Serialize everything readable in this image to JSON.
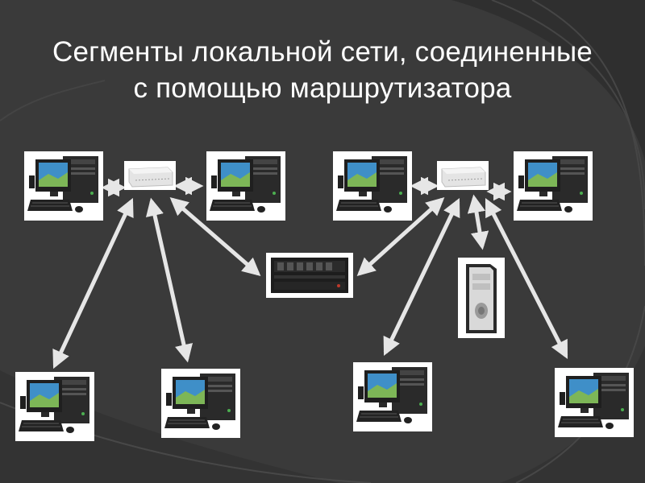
{
  "slide": {
    "title_line1": "Сегменты локальной сети, соединенные",
    "title_line2": "с помощью маршрутизатора"
  },
  "diagram": {
    "segments": [
      {
        "hub": "hub-left",
        "computers": [
          "pc-top-left-1",
          "pc-top-left-2",
          "pc-bottom-1",
          "pc-bottom-2"
        ]
      },
      {
        "hub": "hub-right",
        "computers": [
          "pc-top-right-1",
          "pc-top-right-2",
          "tower-pc",
          "pc-bottom-3",
          "pc-bottom-4"
        ]
      }
    ],
    "router": "router",
    "links": [
      [
        "hub-left",
        "pc-top-left-1"
      ],
      [
        "hub-left",
        "pc-top-left-2"
      ],
      [
        "hub-left",
        "pc-bottom-1"
      ],
      [
        "hub-left",
        "pc-bottom-2"
      ],
      [
        "hub-left",
        "router"
      ],
      [
        "hub-right",
        "router"
      ],
      [
        "hub-right",
        "pc-top-right-1"
      ],
      [
        "hub-right",
        "pc-top-right-2"
      ],
      [
        "hub-right",
        "tower-pc"
      ],
      [
        "hub-right",
        "pc-bottom-3"
      ],
      [
        "hub-right",
        "pc-bottom-4"
      ]
    ]
  },
  "colors": {
    "background": "#3a3a3a",
    "arrow": "#e6e6e6",
    "card": "#ffffff",
    "title": "#ffffff"
  },
  "icons": {
    "computer": "desktop-computer-icon",
    "hub": "network-hub-icon",
    "router": "router-icon",
    "tower": "tower-pc-icon"
  }
}
